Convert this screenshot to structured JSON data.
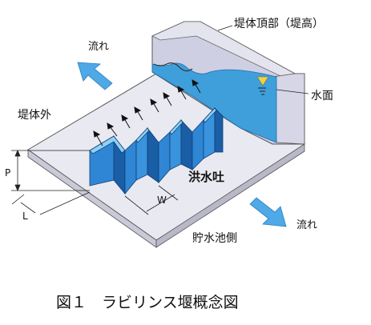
{
  "labels": {
    "flow_out": "流れ",
    "flow_in": "流れ",
    "outside": "堤体外",
    "crest": "堤体頂部（堤高）",
    "water_surface": "水面",
    "spillway": "洪水吐",
    "reservoir_side": "貯水池側",
    "dim_p": "P",
    "dim_l": "L",
    "dim_w": "W"
  },
  "caption": "図１　ラビリンス堰概念図",
  "colors": {
    "water": "#3f9fdb",
    "water_dark": "#2a7fc0",
    "weir_face": "#2f86d4",
    "weir_side": "#1a5ea6",
    "weir_top": "#8fd0f5",
    "arrow": "#4ea9e6",
    "platform": "#e9e9f1",
    "platform_edge": "#b8b8c8",
    "dam": "#cfcfe3",
    "dam_top": "#e4e4ef"
  }
}
